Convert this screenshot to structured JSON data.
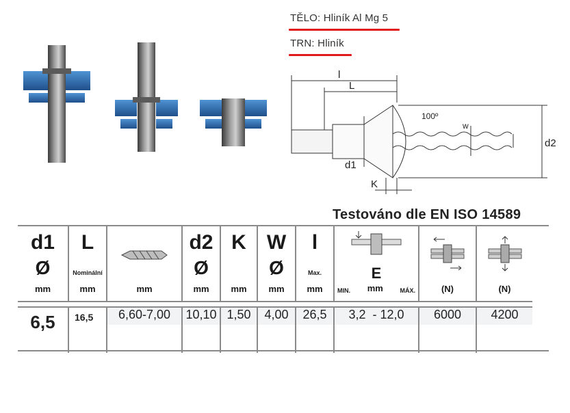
{
  "material": {
    "body": "TĚLO: Hliník Al Mg 5",
    "mandrel": "TRN: Hliník"
  },
  "drawing": {
    "label_l_total": "l",
    "label_L": "L",
    "label_angle": "100º",
    "label_w": "w",
    "label_d2": "d2",
    "label_d1": "d1",
    "label_K": "K"
  },
  "standard": "Testováno dle EN ISO 14589",
  "table": {
    "headers": {
      "d1": {
        "symbol": "d1",
        "glyph": "Ø",
        "unit": "mm"
      },
      "L": {
        "symbol": "L",
        "note": "Nominální",
        "unit": "mm"
      },
      "drill": {
        "unit": "mm"
      },
      "d2": {
        "symbol": "d2",
        "glyph": "Ø",
        "unit": "mm"
      },
      "K": {
        "symbol": "K",
        "unit": "mm"
      },
      "W": {
        "symbol": "W",
        "glyph": "Ø",
        "unit": "mm"
      },
      "l": {
        "symbol": "l",
        "note": "Max.",
        "unit": "mm"
      },
      "E": {
        "symbol": "E",
        "unit": "mm",
        "min": "MIN.",
        "max": "MÁX."
      },
      "shear": {
        "unit": "(N)"
      },
      "tensile": {
        "unit": "(N)"
      }
    },
    "row": {
      "d1": "6,5",
      "L": "16,5",
      "drill": "6,60-7,00",
      "d2": "10,10",
      "K": "1,50",
      "W": "4,00",
      "l": "26,5",
      "E": "3,2  - 12,0",
      "shear": "6000",
      "tensile": "4200"
    }
  },
  "colors": {
    "accent_red": "#e0191d",
    "rivet_blue": "#2e6fb0",
    "grid_gray": "#8a8a8a"
  }
}
